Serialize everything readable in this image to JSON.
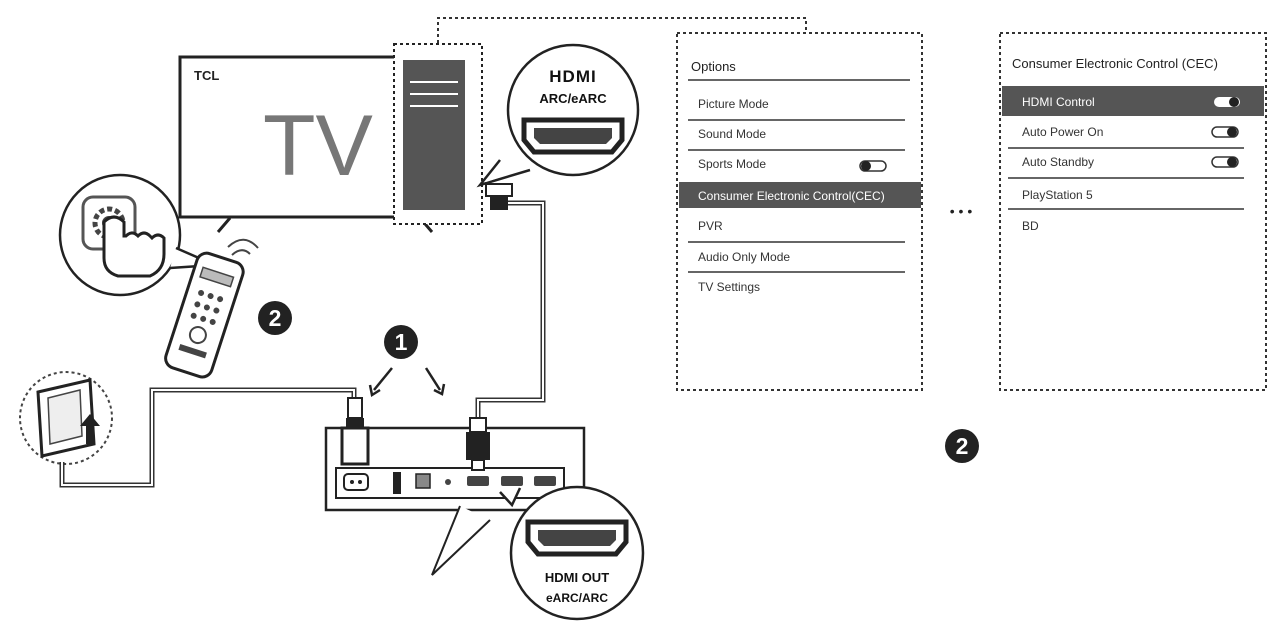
{
  "tv": {
    "brand": "TCL",
    "label": "TV"
  },
  "bubble_top": {
    "logo": "HDMI",
    "caption": "ARC/eARC"
  },
  "bubble_bottom": {
    "line1": "HDMI OUT",
    "line2": "eARC/ARC"
  },
  "steps": {
    "step1": "1",
    "step2_remote": "2",
    "step2_menu": "2"
  },
  "ellipsis": "• • •",
  "options_menu": {
    "title": "Options",
    "items": [
      {
        "label": "Picture Mode"
      },
      {
        "label": "Sound Mode"
      },
      {
        "label": "Sports Mode",
        "toggle": "off"
      },
      {
        "label": "Consumer Electronic Control(CEC)",
        "highlighted": true
      },
      {
        "label": "PVR"
      },
      {
        "label": "Audio Only Mode"
      },
      {
        "label": "TV Settings"
      }
    ]
  },
  "cec_menu": {
    "title": "Consumer Electronic Control (CEC)",
    "items": [
      {
        "label": "HDMI Control",
        "highlighted": true,
        "toggle": "on"
      },
      {
        "label": "Auto Power On",
        "toggle": "on"
      },
      {
        "label": "Auto Standby",
        "toggle": "on"
      },
      {
        "label": "PlayStation 5"
      },
      {
        "label": "BD"
      }
    ]
  },
  "icons": {
    "settings": "gear-icon",
    "touch": "pointing-hand-icon",
    "remote": "remote-control-icon",
    "wall_outlet": "power-outlet-icon",
    "upload_arrow": "arrow-up-icon"
  },
  "colors": {
    "highlight": "#555555",
    "line": "#333333",
    "background": "#ffffff"
  }
}
